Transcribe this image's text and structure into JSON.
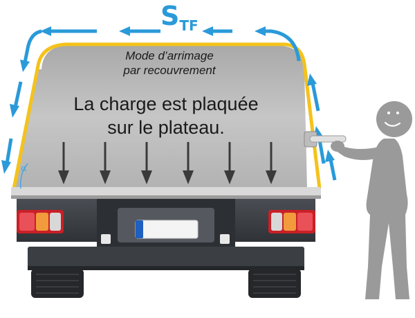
{
  "label_stf_main": "S",
  "label_stf_sub": "TF",
  "caption_line1": "Mode d’arrimage",
  "caption_line2": "par recouvrement",
  "message_line1": "La charge est plaquée",
  "message_line2": "sur le plateau.",
  "angle_symbol": "α",
  "colors": {
    "arrow_blue": "#2a9ad9",
    "strap_yellow": "#f4c21c",
    "load_gray": "#b9b9b9",
    "truck_dark": "#3a3d42",
    "person_gray": "#9a9a9a",
    "light_red": "#d4232a"
  }
}
